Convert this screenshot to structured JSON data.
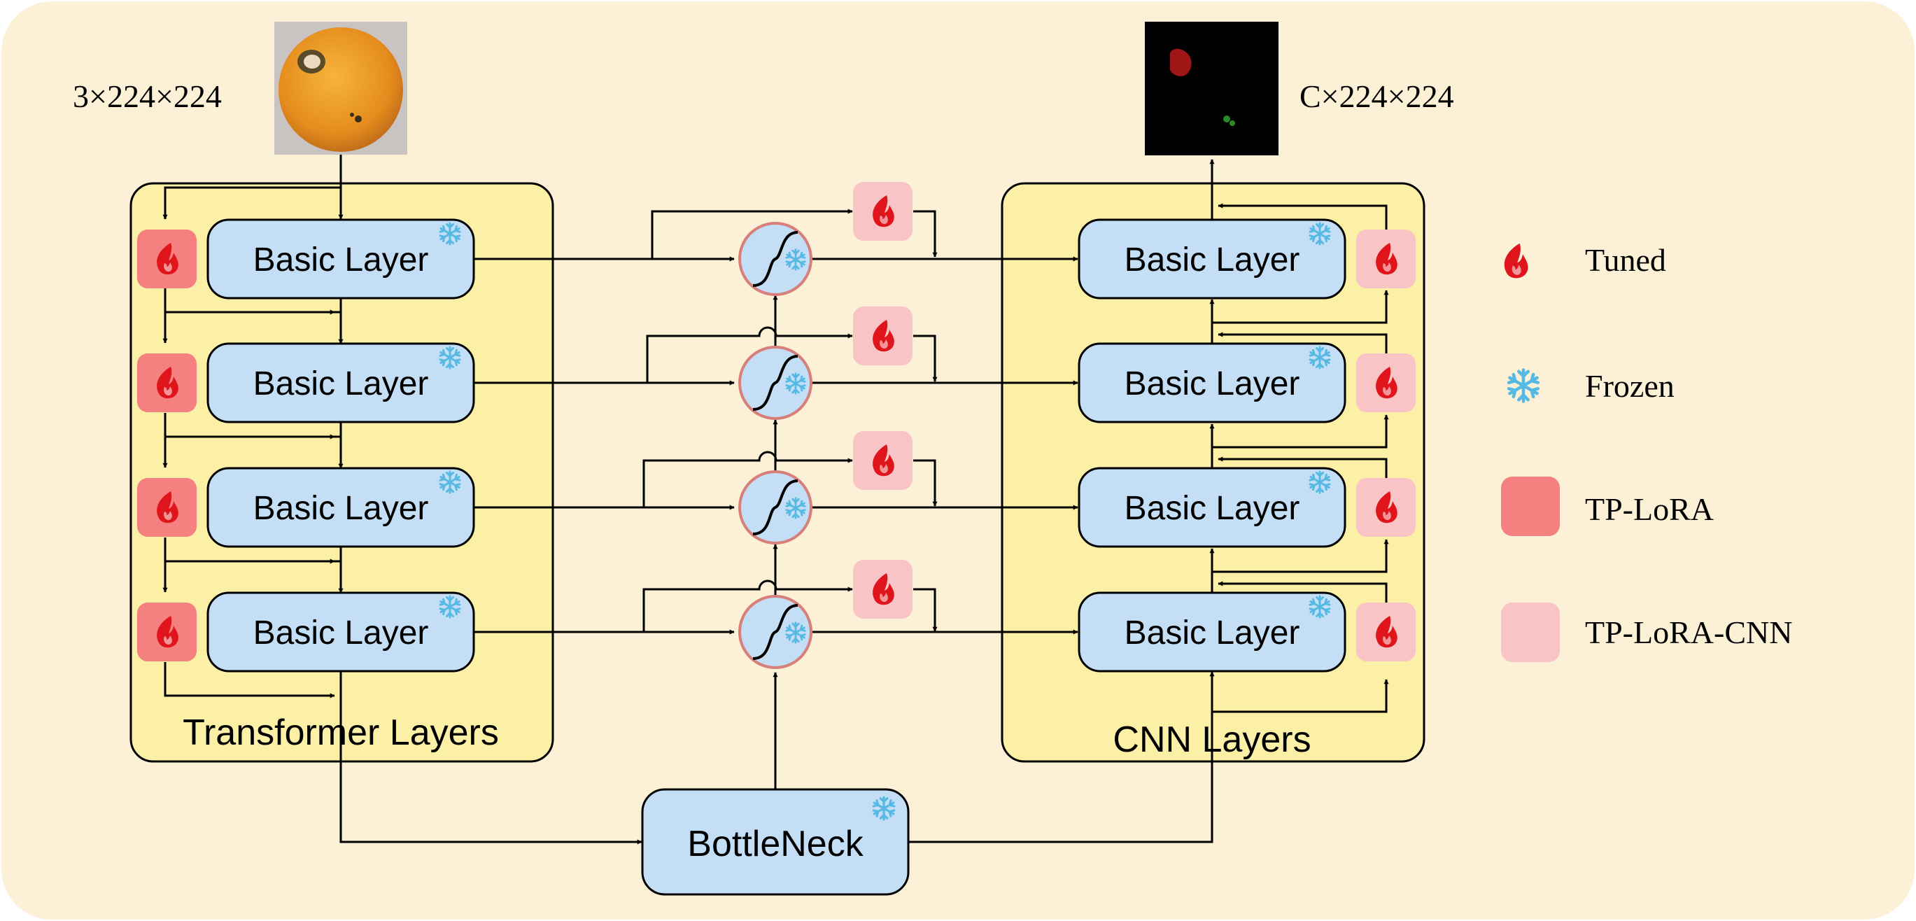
{
  "input": {
    "shape_label": "3×224×224",
    "image_caption": ""
  },
  "output": {
    "shape_label": "C×224×224"
  },
  "encoder": {
    "title": "Transformer Layers",
    "layers": [
      {
        "label": "Basic Layer"
      },
      {
        "label": "Basic Layer"
      },
      {
        "label": "Basic Layer"
      },
      {
        "label": "Basic Layer"
      }
    ]
  },
  "decoder": {
    "title": "CNN Layers",
    "layers": [
      {
        "label": "Basic Layer"
      },
      {
        "label": "Basic Layer"
      },
      {
        "label": "Basic Layer"
      },
      {
        "label": "Basic Layer"
      }
    ]
  },
  "bottleneck": {
    "label": "BottleNeck"
  },
  "legend": {
    "tuned": "Tuned",
    "frozen": "Frozen",
    "tp_lora": "TP-LoRA",
    "tp_lora_cnn": "TP-LoRA-CNN"
  },
  "colors": {
    "canvas_bg": "#fcf1d6",
    "panel_bg": "#fbf0a6",
    "layer_fill": "#c3def5",
    "tp_lora": "#f48080",
    "tp_lora_cnn": "#f8c4c6",
    "flame": "#e0151c",
    "snowflake": "#55b9e3",
    "skip_ring": "#d77f7a"
  },
  "icons": {
    "tuned": "flame-icon",
    "frozen": "snowflake-icon",
    "skip_gate": "sigmoid-gate-icon"
  }
}
